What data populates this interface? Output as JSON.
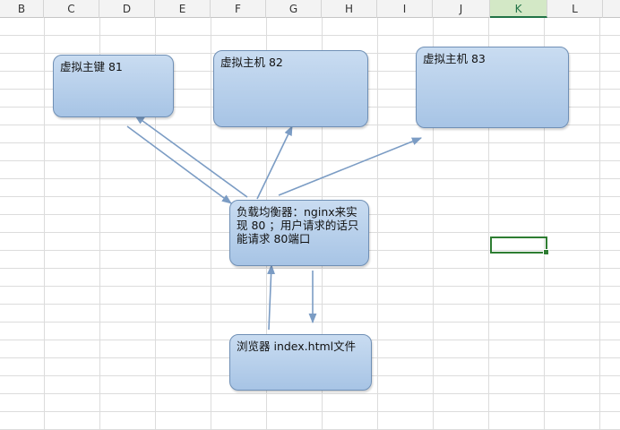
{
  "spreadsheet": {
    "columns": [
      "B",
      "C",
      "D",
      "E",
      "F",
      "G",
      "H",
      "I",
      "J",
      "K",
      "L"
    ],
    "selected_column": "K"
  },
  "diagram": {
    "server_81": "虚拟主键 81",
    "server_82": "虚拟主机 82",
    "server_83": "虚拟主机 83",
    "load_balancer": "负载均衡器：nginx来实现 80 ；用户请求的话只能请求 80端口",
    "browser": "浏览器 index.html文件"
  },
  "colors": {
    "box_fill_top": "#c9dcf1",
    "box_fill_bottom": "#a7c4e5",
    "box_border": "#6f8fb5",
    "arrow": "#7b9cc4",
    "selection": "#2e7d32"
  }
}
